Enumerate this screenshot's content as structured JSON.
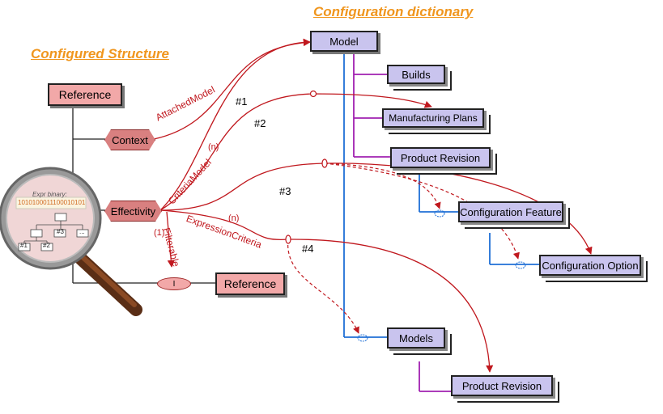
{
  "titles": {
    "configured_structure": "Configured Structure",
    "configuration_dictionary": "Configuration dictionary"
  },
  "left": {
    "reference_top": "Reference",
    "context": "Context",
    "effectivity": "Effectivity",
    "reference_bottom": "Reference",
    "instance_symbol": "I",
    "magnifier": {
      "expr_label": "Expr binary:",
      "expr_value": "1010100011100010101",
      "tree_nodes": [
        "#3",
        "#1",
        "#2",
        "..."
      ]
    }
  },
  "dictionary": {
    "model": "Model",
    "builds": "Builds",
    "manufacturing_plans": "Manufacturing Plans",
    "product_revision_top": "Product Revision",
    "configuration_feature": "Configuration Feature",
    "configuration_option": "Configuration Option",
    "models": "Models",
    "product_revision_bottom": "Product Revision"
  },
  "relations": {
    "attached_model": "AttachedModel",
    "criteria_model": "CriteriaModel",
    "criteria_model_card": "(n)",
    "expression_criteria": "ExpressionCriteria",
    "expression_criteria_card": "(n)",
    "filterable": "Filterable",
    "filterable_card": "(1)"
  },
  "markers": [
    "#1",
    "#2",
    "#3",
    "#4"
  ],
  "colors": {
    "title": "#f0961e",
    "relation": "#c0181e",
    "dictionary_box": "#c9c4ee",
    "reference_box": "#f2a8a8",
    "hexagon": "#d98080",
    "blue_link": "#1f6fd6",
    "purple_link": "#a020b0"
  }
}
